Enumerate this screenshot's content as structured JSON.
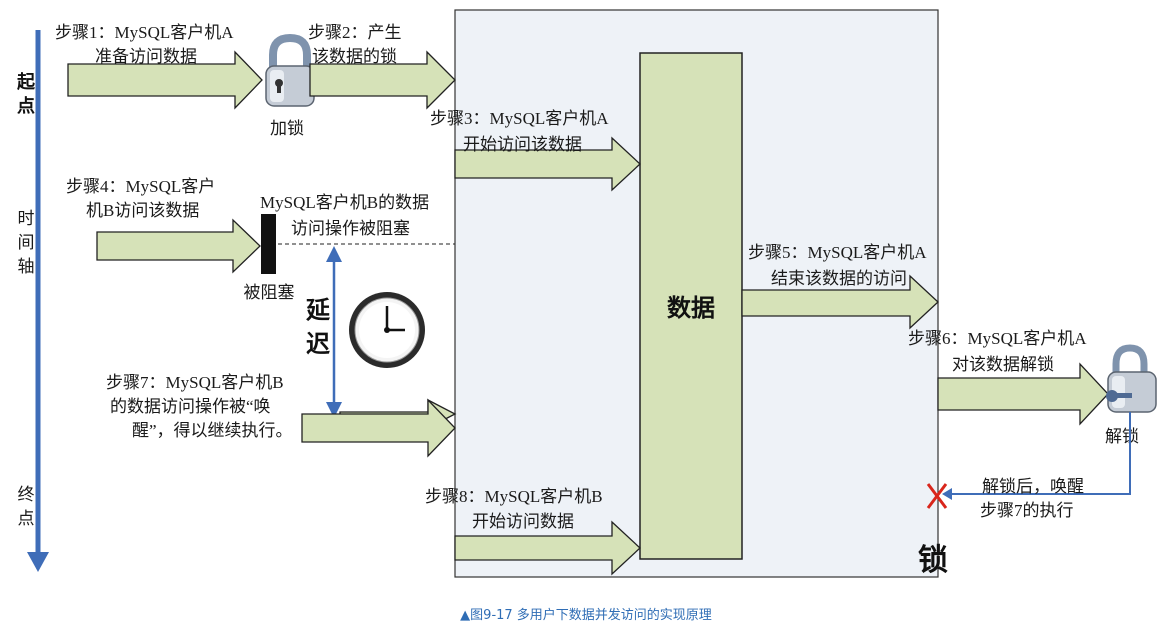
{
  "timeline": {
    "start_label": [
      "起",
      "点"
    ],
    "axis_label": [
      "时",
      "间",
      "轴"
    ],
    "end_label": [
      "终",
      "点"
    ]
  },
  "steps": {
    "step1": [
      "步骤1：MySQL客户机A",
      "准备访问数据"
    ],
    "step2": [
      "步骤2：产生",
      "该数据的锁"
    ],
    "step3": [
      "步骤3：MySQL客户机A",
      "开始访问该数据"
    ],
    "step4": [
      "步骤4：MySQL客户",
      "机B访问该数据"
    ],
    "blocked_note": [
      "MySQL客户机B的数据",
      "访问操作被阻塞"
    ],
    "step5": [
      "步骤5：MySQL客户机A",
      "结束该数据的访问"
    ],
    "step6": [
      "步骤6：MySQL客户机A",
      "对该数据解锁"
    ],
    "step7": [
      "步骤7：MySQL客户机B",
      "的数据访问操作被“唤",
      "醒”，得以继续执行。"
    ],
    "step8": [
      "步骤8：MySQL客户机B",
      "开始访问数据"
    ],
    "wake_note": [
      "解锁后，唤醒",
      "步骤7的执行"
    ]
  },
  "labels": {
    "lock_add": "加锁",
    "blocked": "被阻塞",
    "delay": [
      "延",
      "迟"
    ],
    "data": "数据",
    "lock_region": "锁",
    "unlock": "解锁"
  },
  "colors": {
    "arrow_fill": "#d6e2b8",
    "lock_region_fill": "#eef2f7",
    "data_block_fill": "#d6e2b8",
    "timeline_blue": "#3f6db8",
    "wake_cross": "#d9261c"
  },
  "caption": "▲图9-17 多用户下数据并发访问的实现原理"
}
